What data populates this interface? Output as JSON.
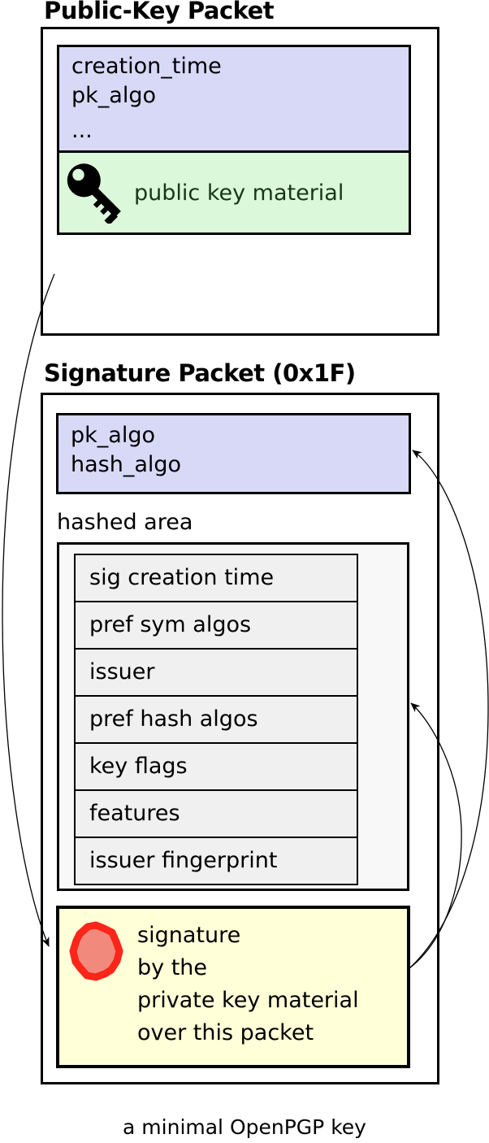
{
  "page": {
    "caption": "a minimal OpenPGP key"
  },
  "public_key_packet": {
    "title": "Public-Key Packet",
    "header_fields": [
      "creation_time",
      "pk_algo",
      "..."
    ],
    "key_material": {
      "label": "public key material",
      "icon": "key-icon"
    }
  },
  "signature_packet": {
    "title": "Signature Packet (0x1F)",
    "header_fields": [
      "pk_algo",
      "hash_algo"
    ],
    "hashed_area": {
      "label": "hashed area",
      "subpackets": [
        "sig creation time",
        "pref sym algos",
        "issuer",
        "pref hash algos",
        "key flags",
        "features",
        "issuer fingerprint"
      ]
    },
    "signature_block": {
      "lines": [
        "signature",
        "by the",
        "private key material",
        "over this packet"
      ],
      "icon": "seal-icon"
    }
  },
  "arrows": [
    "signature-to-pk-algo-header",
    "signature-to-hashed-area",
    "public-key-packet-to-signature"
  ],
  "colors": {
    "field_header_bg": "#d8d8f7",
    "key_material_bg": "#dcf8da",
    "key_material_text": "#163816",
    "hashed_area_bg": "#f8f8f8",
    "subpacket_bg": "#f0f0f0",
    "signature_bg": "#ffffd8",
    "seal_stroke": "#fa2619",
    "seal_fill": "#f18a7c",
    "line": "#000000"
  }
}
